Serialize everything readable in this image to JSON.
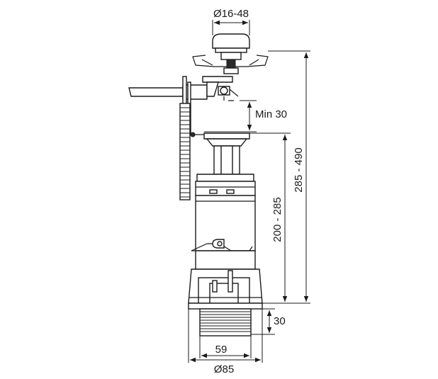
{
  "dimensions": {
    "button_diameter": "Ø16-48",
    "min_clearance": "Min 30",
    "overall_height": "285 - 490",
    "body_height": "200 - 285",
    "thread_height": "30",
    "thread_width": "59",
    "flange_diameter": "Ø85"
  }
}
